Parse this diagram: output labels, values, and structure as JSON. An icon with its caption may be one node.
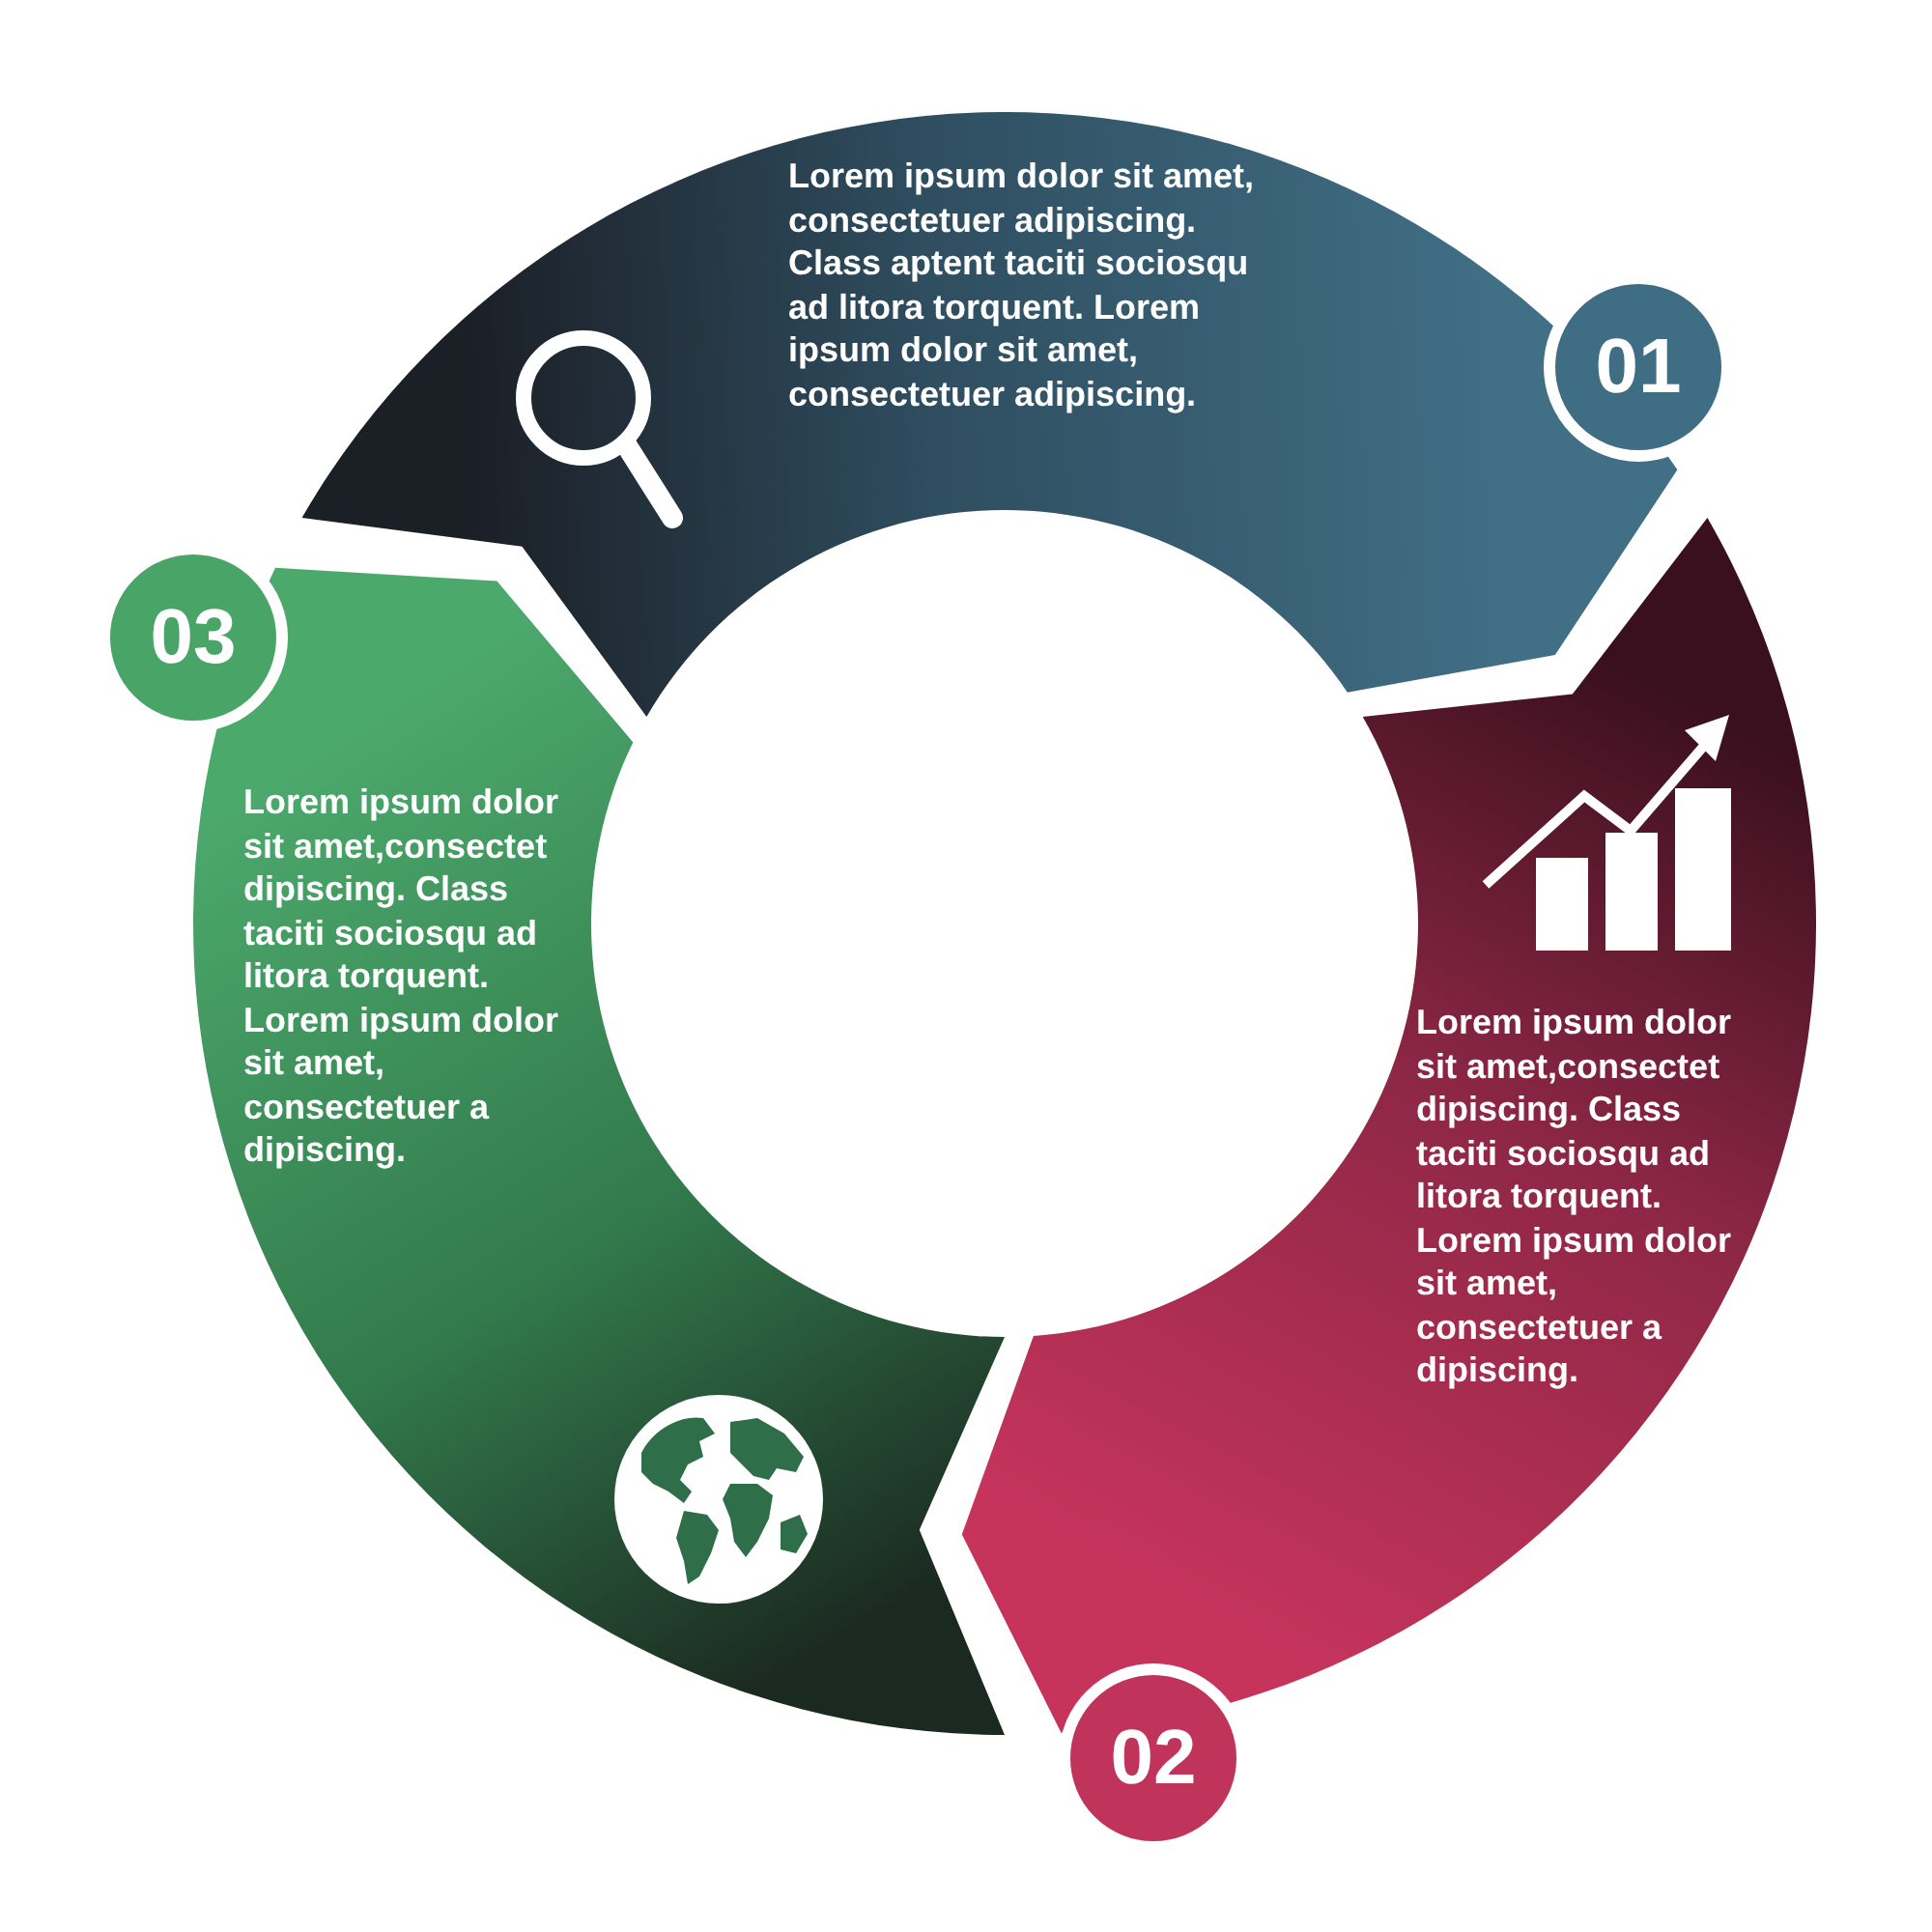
{
  "diagram": {
    "nodes": [
      {
        "text": [
          "Lorem ipsum dolor sit amet, consectetuer adipiscing. Class aptent taciti sociosqu ad litora torquent. Lorem ipsum dolor sit amet, consectetuer adipiscing."
        ]
      },
      {
        "text": [
          "01"
        ]
      },
      {
        "text": [
          "Lorem ipsum dolor sit amet,consectet dipiscing. Class taciti sociosqu ad litora torquent. Lorem ipsum dolor sit amet, consectetuer a dipiscing."
        ]
      },
      {
        "text": [
          "02"
        ]
      },
      {
        "text": [
          "Lorem ipsum dolor sit amet,consectet dipiscing. Class taciti sociosqu ad litora torquent. Lorem ipsum dolor sit amet, consectetuer a dipiscing."
        ]
      },
      {
        "text": [
          "03"
        ]
      }
    ]
  }
}
